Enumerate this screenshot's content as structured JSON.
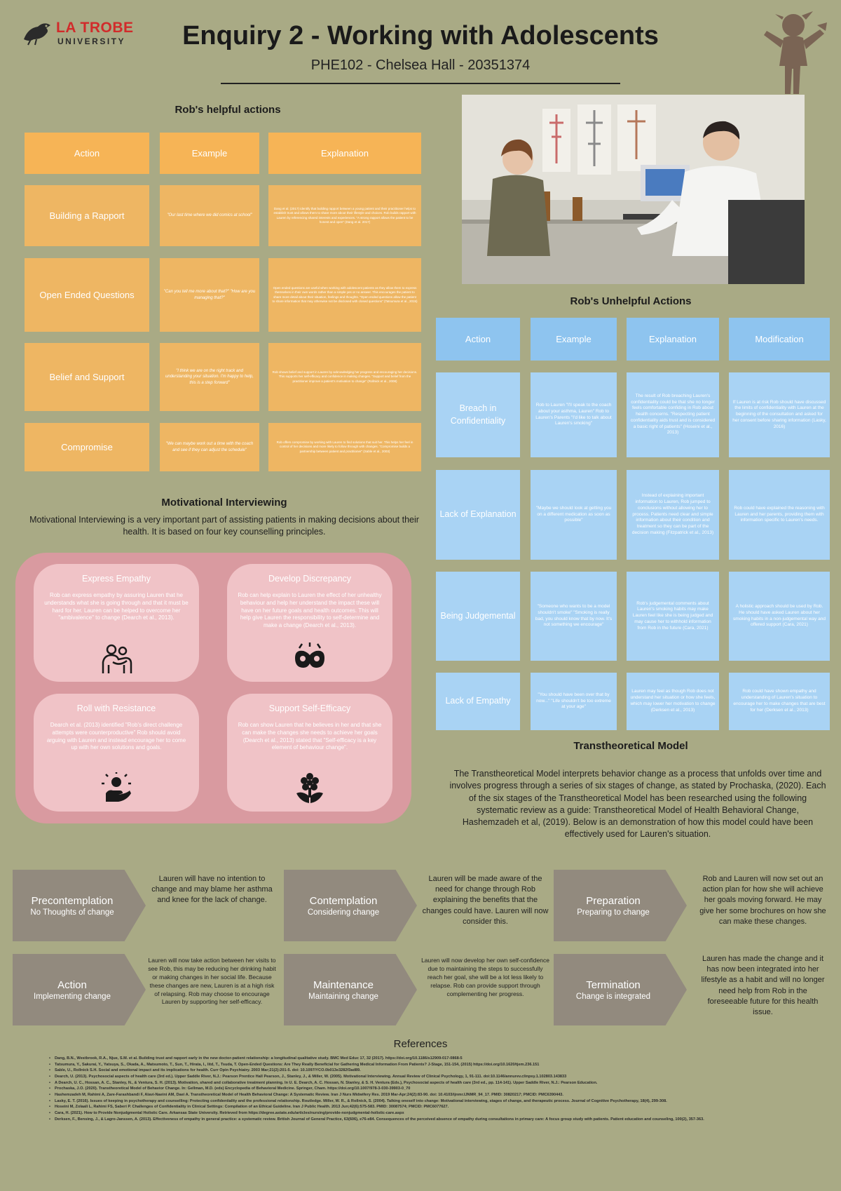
{
  "brand": {
    "name": "LA TROBE",
    "sub": "UNIVERSITY"
  },
  "header": {
    "title": "Enquiry 2 - Working with Adolescents",
    "subtitle": "PHE102 - Chelsea Hall - 20351374"
  },
  "helpful": {
    "heading": "Rob's helpful actions",
    "columns": [
      "Action",
      "Example",
      "Explanation"
    ],
    "rows": [
      {
        "action": "Building a Rapport",
        "example": "\"Our last time where we did comics at school\"",
        "explanation": "Dang et al. (2017) identify that building rapport between a young patient and their practitioner helps to establish trust and allows them to share more about their lifestyle and choices. Rob builds rapport with Lauren by referencing shared interests and experiences. \"A strong rapport allows the patient to be honest and open\" (Dang et al. 2017)"
      },
      {
        "action": "Open Ended Questions",
        "example": "\"Can you tell me more about that?\" \"How are you managing that?\"",
        "explanation": "Open ended questions are useful when working with adolescent patients as they allow them to express themselves in their own words rather than a simple yes or no answer. This encourages the patient to share more detail about their situation, feelings and thoughts. \"Open ended questions allow the patient to share information that may otherwise not be disclosed with closed questions\" (Tatsumura et al., 2015)"
      },
      {
        "action": "Belief and Support",
        "example": "\"I think we are on the right track and understanding your situation. I'm happy to help, this is a step forward\"",
        "explanation": "Rob shows belief and support in Lauren by acknowledging her progress and encouraging her decisions. This supports her self-efficacy and confidence in making changes. \"Support and belief from the practitioner improve a patient's motivation to change\" (Rollnick et al., 2008)"
      },
      {
        "action": "Compromise",
        "example": "\"We can maybe work out a time with the coach and see if they can adjust the schedule\"",
        "explanation": "Rob offers compromise by working with Lauren to find solutions that suit her. This helps her feel in control of her decisions and more likely to follow through with changes. \"Compromise builds a partnership between patient and practitioner\" (Sable et al., 2003)"
      }
    ]
  },
  "unhelpful": {
    "heading": "Rob's Unhelpful Actions",
    "columns": [
      "Action",
      "Example",
      "Explanation",
      "Modification"
    ],
    "rows": [
      {
        "action": "Breach in Confidentiality",
        "example": "Rob to Lauren \"I'll speak to the coach about your asthma, Lauren\" Rob to Lauren's Parents \"I'd like to talk about Lauren's smoking\"",
        "explanation": "The result of Rob breaching Lauren's confidentiality could be that she no longer feels comfortable confiding in Rob about health concerns. \"Respecting patient confidentiality aids trust and is considered a basic right of patients\" (Hoseini et al., 2013)",
        "modification": "If Lauren is at risk Rob should have discussed the limits of confidentiality with Lauren at the beginning of the consultation and asked for her consent before sharing information (Lasky, 2016)"
      },
      {
        "action": "Lack of Explanation",
        "example": "\"Maybe we should look at getting you on a different medication as soon as possible\"",
        "explanation": "Instead of explaining important information to Lauren, Rob jumped to conclusions without allowing her to process. Patients need clear and simple information about their condition and treatment so they can be part of the decision making (Fitzpatrick et al., 2013)",
        "modification": "Rob could have explained the reasoning with Lauren and her parents, providing them with information specific to Lauren's needs."
      },
      {
        "action": "Being Judgemental",
        "example": "\"Someone who wants to be a model shouldn't smoke\" \"Smoking is really bad, you should know that by now. It's not something we encourage\"",
        "explanation": "Rob's judgemental comments about Lauren's smoking habits may make Lauren feel like she is being judged and may cause her to withhold information from Rob in the future (Cara, 2021)",
        "modification": "A holistic approach should be used by Rob. He should have asked Lauren about her smoking habits in a non-judgemental way and offered support (Cara, 2021)"
      },
      {
        "action": "Lack of Empathy",
        "example": "\"You should have been over that by now...\" \"Life shouldn't be too extreme at your age\"",
        "explanation": "Lauren may feel as though Rob does not understand her situation or how she feels, which may lower her motivation to change (Derksen et al., 2013)",
        "modification": "Rob could have shown empathy and understanding of Lauren's situation to encourage her to make changes that are best for her (Derksen et al., 2013)"
      }
    ]
  },
  "mi": {
    "heading": "Motivational Interviewing",
    "text": "Motivational Interviewing is a very important part of assisting patients in making decisions about their health. It is based on four key counselling principles.",
    "cards": [
      {
        "title": "Express Empathy",
        "text": "Rob can express empathy by assuring Lauren that he understands what she is going through and that it must be hard for her. Lauren can be helped to overcome her \"ambivalence\" to change (Dearch et al., 2013).",
        "icon": "hug-icon"
      },
      {
        "title": "Develop Discrepancy",
        "text": "Rob can help explain to Lauren the effect of her unhealthy behaviour and help her understand the impact these will have on her future goals and health outcomes. This will help give Lauren the responsibility to self-determine and make a change (Dearch et al., 2013).",
        "icon": "mask-icon"
      },
      {
        "title": "Roll with Resistance",
        "text": "Dearch et al. (2013) identified \"Rob's direct challenge attempts were counterproductive\" Rob should avoid arguing with Lauren and instead encourage her to come up with her own solutions and goals.",
        "icon": "growth-hand-icon"
      },
      {
        "title": "Support Self-Efficacy",
        "text": "Rob can show Lauren that he believes in her and that she can make the changes she needs to achieve her goals (Dearch et al., 2013) stated that \"Self-efficacy is a key element of behaviour change\".",
        "icon": "flower-icon"
      }
    ]
  },
  "ttm": {
    "heading": "Transtheoretical Model",
    "text": "The Transtheoretical Model interprets behavior change as a process that unfolds over time and involves progress through a series of six stages of change, as stated by Prochaska, (2020). Each of the six stages of the Transtheoretical Model has been researched using the following systematic review as a guide: Transtheoretical Model of Health Behavioral Change, Hashemzadeh et al, (2019). Below is an demonstration of how this model could have been effectively used for Lauren's situation.",
    "stages": [
      {
        "name": "Precontemplation",
        "desc": "No Thoughts of change",
        "detail": "Lauren will have no intention to change and may blame her asthma and knee for the lack of change."
      },
      {
        "name": "Contemplation",
        "desc": "Considering change",
        "detail": "Lauren will be made aware of the need for change through Rob explaining the benefits that the changes could have. Lauren will now consider this."
      },
      {
        "name": "Preparation",
        "desc": "Preparing to change",
        "detail": "Rob and Lauren will now set out an action plan for how she will achieve her goals moving forward. He may give her some brochures on how she can make these changes."
      },
      {
        "name": "Action",
        "desc": "Implementing change",
        "detail": "Lauren will now take action between her visits to see Rob, this may be reducing her drinking habit or making changes in her social life. Because these changes are new, Lauren is at a high risk of relapsing. Rob may choose to encourage Lauren by supporting her self-efficacy."
      },
      {
        "name": "Maintenance",
        "desc": "Maintaining change",
        "detail": "Lauren will now develop her own self-confidence due to maintaining the steps to successfully reach her goal, she will be a lot less likely to relapse. Rob can provide support through complementing her progress."
      },
      {
        "name": "Termination",
        "desc": "Change is integrated",
        "detail": "Lauren has made the change and it has now been integrated into her lifestyle as a habit and will no longer need help from Rob in the foreseeable future for this health issue."
      }
    ]
  },
  "references": {
    "heading": "References",
    "items": [
      "Dang, B.N., Westbrook, R.A., Njue, S.M. et al. Building trust and rapport early in the new doctor-patient relationship: a longitudinal qualitative study. BMC Med Educ 17, 32 (2017). https://doi.org/10.1186/s12909-017-0868-5",
      "Tatsumura, Y., Sakurai, Y., Yatsuya, S., Okada, A., Matsumoto, T., Sun, T., Hirata, I., Iitd, T., Tsuda, T. Open-Ended Questions: Are They Really Beneficial for Gathering Medical Information From Patients? J-Stage, 151-154, (2015) https://doi.org/10.1620/tjem.236.151",
      "Sable, U., Rollnick S.H. Social and emotional impact and its implications for health. Curr Opin Psychiatry. 2003 Mar;21(2):201-5. doi: 10.1097/YCO.0b013e3282f3ad89.",
      "Dearch, U. (2013). Psychosocial aspects of health care (3rd ed.). Upper Saddle River, N.J.: Pearson Prentice Hall Pearson, J., Stanley, J., & Miller, W. (2005). Motivational Interviewing. Annual Review of Clinical Psychology, 1, 91-111. doi:10.1146/annurev.clinpsy.1.102803.143833",
      "A Dearch, U. C., Hossan, A. C., Stanley, N., & Ventura, S. H. (2013). Motivation, shared and collaborative treatment planning. In U. E. Dearch, A. C. Hossan, N. Stanley, & S. H. Ventura (Eds.), Psychosocial aspects of health care (3rd ed., pp. 114-141). Upper Saddle River, N.J.: Pearson Education.",
      "Prochaska, J.O. (2020). Transtheoretical Model of Behavior Change. In: Gellman, M.D. (eds) Encyclopedia of Behavioral Medicine. Springer, Cham. https://doi.org/10.1007/978-3-030-39903-0_70",
      "Hashemzadeh M, Rahimi A, Zare-Farashbandi F, Alavi-Naeini AM, Daei A. Transtheoretical Model of Health Behavioral Change: A Systematic Review. Iran J Nurs Midwifery Res. 2019 Mar-Apr;24(2):83-90. doi: 10.4103/ijnmr.IJNMR_94_17. PMID: 30820217; PMCID: PMC6390443.",
      "Lasky, E. T. (2016). Issues of keeping in psychotherapy and counselling: Protecting confidentiality and the professional relationship. Routledge. Miller, W. R., & Rollnick, S. (2004). Talking oneself into change: Motivational interviewing, stages of change, and therapeutic process. Journal of Cognitive Psychotherapy, 18(4), 299-308.",
      "Hoseini M, Zolaali L, Rahimi FS, Saberi P. Challenges of Confidentiality in Clinical Settings: Compilation of an Ethical Guideline. Iran J Public Health. 2013 Jun;42(6):575-583. PMID: 30087574; PMCID: PMC6077627.",
      "Cara, H. (2021). How to Provide Nonjudgmental Holistic Care. Arkansas State University. Retrieved from https://degree.astate.edu/articles/nursing/provide-nonjudgmental-holistic-care.aspx",
      "Derksen, F., Bensing, J., & Lagro-Janssen, A. (2013). Effectiveness of empathy in general practice: a systematic review. British Journal of General Practice, 63(606), e76-e84. Consequences of the perceived absence of empathy during consultations in primary care: A focus group study with patients. Patient education and counseling, 100(2), 357-363."
    ]
  }
}
